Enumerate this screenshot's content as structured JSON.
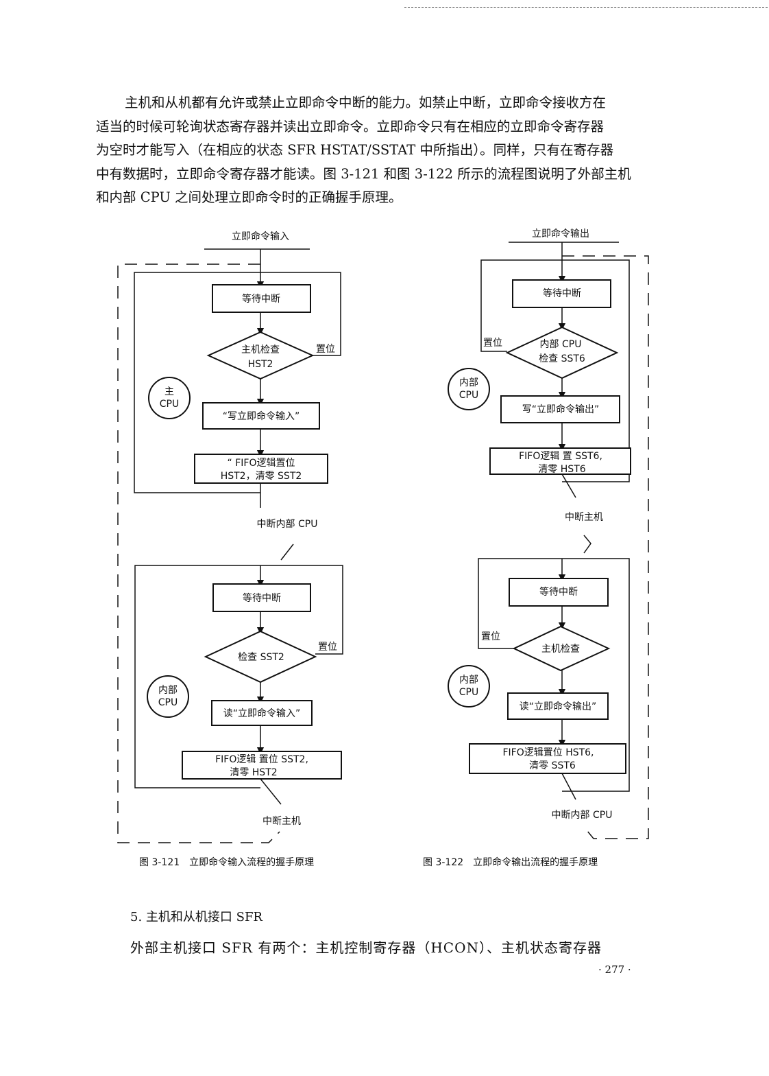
{
  "paragraph": {
    "lines": [
      "主机和从机都有允许或禁止立即命令中断的能力。如禁止中断，立即命令接收方在",
      "适当的时候可轮询状态寄存器并读出立即命令。立即命令只有在相应的立即命令寄存器",
      "为空时才能写入（在相应的状态 SFR HSTAT/SSTAT 中所指出）。同样，只有在寄存器",
      "中有数据时，立即命令寄存器才能读。图 3-121 和图 3-122 所示的流程图说明了外部主机",
      "和内部 CPU 之间处理立即命令时的正确握手原理。"
    ]
  },
  "fig121": {
    "input_label": "立即命令输入",
    "top": {
      "wait": "等待中断",
      "check_l1": "主机检查",
      "check_l2": "HST2",
      "set": "置位",
      "cpu_l1": "主",
      "cpu_l2": "CPU",
      "write": "“写立即命令输入”",
      "fifo_l1": "“ FIFO逻辑置位",
      "fifo_l2": "HST2，清零 SST2"
    },
    "interrupt_label": "中断内部 CPU",
    "bottom": {
      "wait": "等待中断",
      "check": "检查 SST2",
      "set": "置位",
      "cpu_l1": "内部",
      "cpu_l2": "CPU",
      "read": "读“立即命令输入”",
      "fifo_l1": "FIFO逻辑 置位 SST2,",
      "fifo_l2": "清零 HST2"
    },
    "end_label": "中断主机",
    "caption": "图 3-121　立即命令输入流程的握手原理"
  },
  "fig122": {
    "output_label": "立即命令输出",
    "top": {
      "wait": "等待中断",
      "check_l1": "内部 CPU",
      "check_l2": "检查 SST6",
      "set": "置位",
      "cpu_l1": "内部",
      "cpu_l2": "CPU",
      "write": "写“立即命令输出”",
      "fifo_l1": "FIFO逻辑 置 SST6,",
      "fifo_l2": "清零 HST6"
    },
    "interrupt_label": "中断主机",
    "bottom": {
      "wait": "等待中断",
      "check": "主机检查",
      "set": "置位",
      "cpu_l1": "内部",
      "cpu_l2": "CPU",
      "read": "读“立即命令输出”",
      "fifo_l1": "FIFO逻辑置位 HST6,",
      "fifo_l2": "清零 SST6"
    },
    "end_label": "中断内部 CPU",
    "caption": "图 3-122　立即命令输出流程的握手原理"
  },
  "section_heading": "5. 主机和从机接口 SFR",
  "last_paragraph": "外部主机接口 SFR 有两个：主机控制寄存器（HCON）、主机状态寄存器",
  "page_number": "· 277 ·"
}
